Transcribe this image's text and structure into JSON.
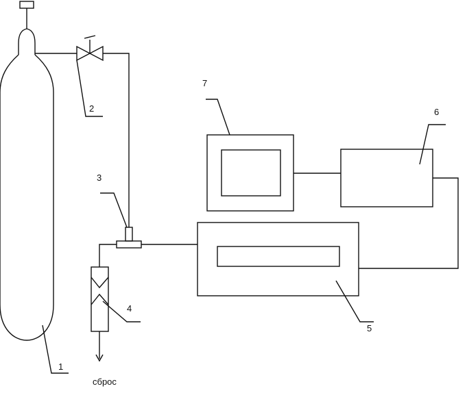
{
  "labels": {
    "cylinder": "1",
    "valve": "2",
    "tee": "3",
    "flowmeter": "4",
    "analyzer": "5",
    "unit6": "6",
    "monitor": "7",
    "vent": "сброс"
  },
  "colors": {
    "line": "#111111",
    "background": "#ffffff"
  }
}
